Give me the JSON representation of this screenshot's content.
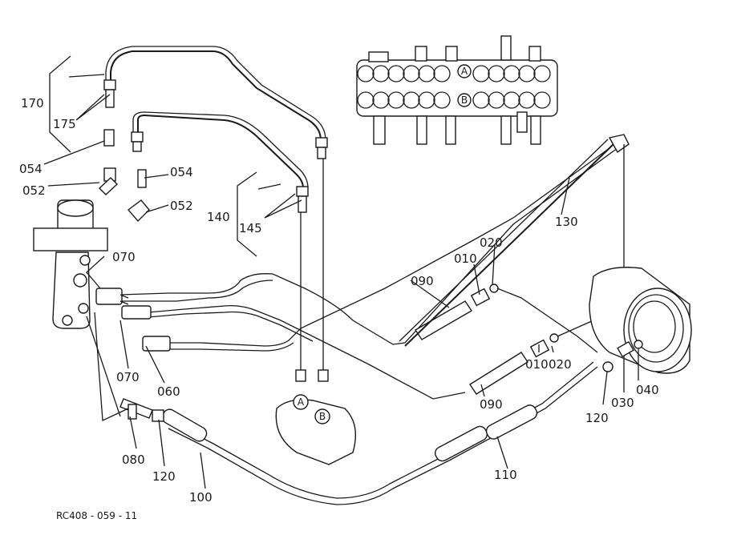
{
  "labels": {
    "p170": "170",
    "p175": "175",
    "p054a": "054",
    "p052a": "052",
    "p054b": "054",
    "p052b": "052",
    "p140": "140",
    "p145": "145",
    "p130": "130",
    "p020a": "020",
    "p010a": "010",
    "p090a": "090",
    "p070a": "070",
    "p070b": "070",
    "p060": "060",
    "p010b": "010",
    "p020b": "020",
    "p090b": "090",
    "p040": "040",
    "p030": "030",
    "p120a": "120",
    "p080": "080",
    "p120b": "120",
    "p100": "100",
    "p110": "110"
  },
  "ports": {
    "a_top": "A",
    "b_top": "B",
    "a_bottom": "A",
    "b_bottom": "B"
  },
  "drawing_code": "RC408 - 059 - 11"
}
